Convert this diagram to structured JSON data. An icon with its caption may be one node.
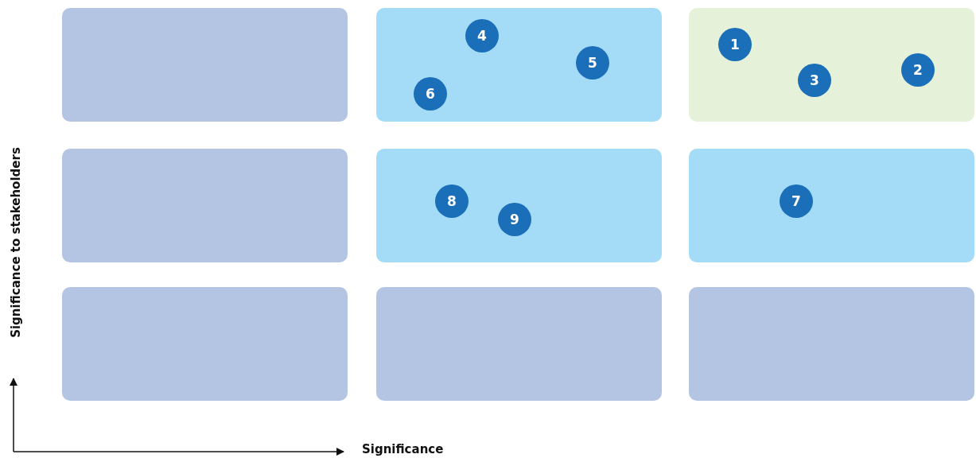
{
  "diagram": {
    "nodes": [
      {
        "text": [],
        "shape": "box"
      },
      {
        "text": [],
        "shape": "box"
      },
      {
        "text": [
          "4"
        ],
        "in": 1
      },
      {
        "text": [
          "5"
        ],
        "in": 1
      },
      {
        "text": [
          "6"
        ],
        "in": 1
      },
      {
        "text": [],
        "shape": "box"
      },
      {
        "text": [
          "1"
        ],
        "in": 5
      },
      {
        "text": [
          "3"
        ],
        "in": 5
      },
      {
        "text": [
          "2"
        ],
        "in": 5
      },
      {
        "text": [],
        "shape": "box"
      },
      {
        "text": [],
        "shape": "box"
      },
      {
        "text": [
          "8"
        ],
        "in": 10
      },
      {
        "text": [
          "9"
        ],
        "in": 10
      },
      {
        "text": [],
        "shape": "box"
      },
      {
        "text": [
          "7"
        ],
        "in": 13
      },
      {
        "text": [],
        "shape": "box"
      },
      {
        "text": [],
        "shape": "box"
      },
      {
        "text": [],
        "shape": "box"
      }
    ],
    "labels": [
      "Significance to stakeholders",
      "Significance"
    ]
  }
}
